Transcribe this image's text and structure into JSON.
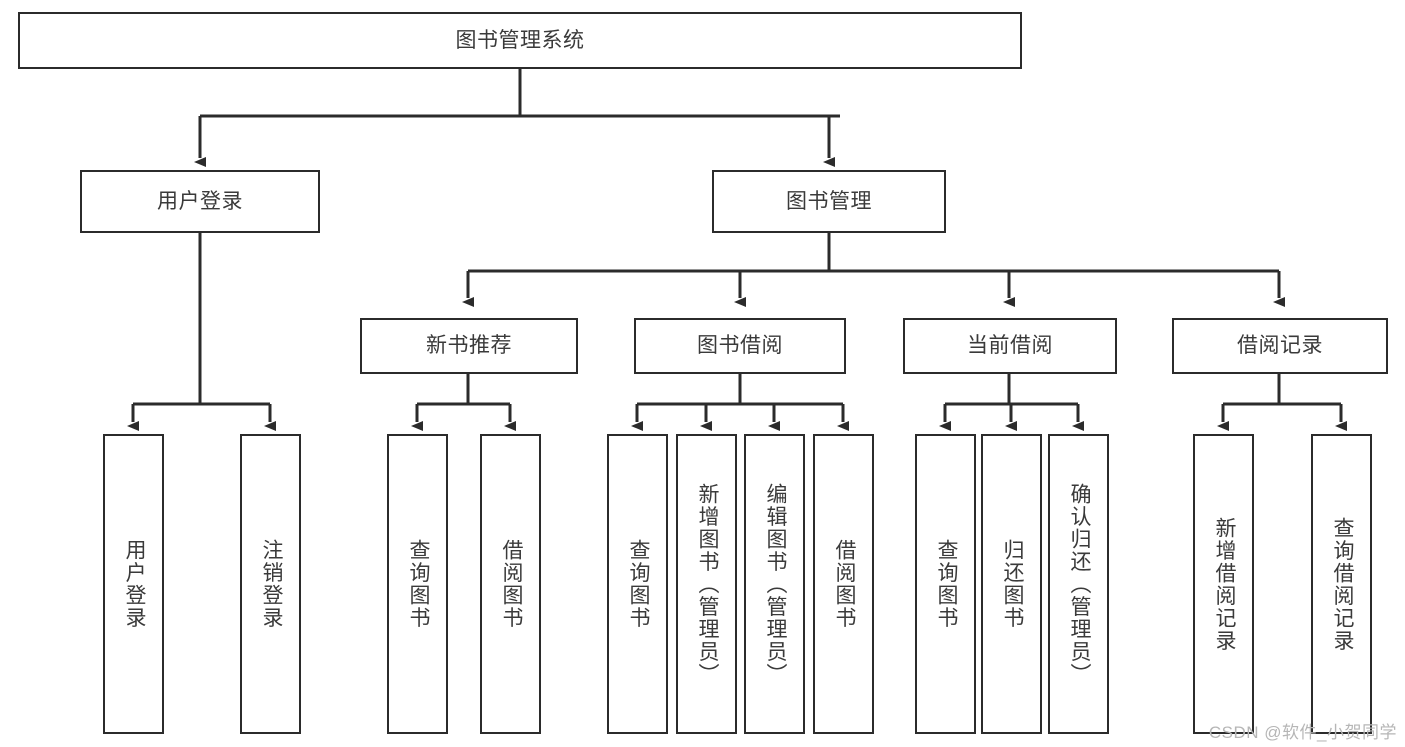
{
  "diagram": {
    "title": "图书管理系统",
    "type": "hierarchy-tree",
    "watermark": "CSDN @软件_小贺同学",
    "colors": {
      "stroke": "#2b2b2b",
      "text": "#3a3a3a",
      "background": "#ffffff",
      "watermark": "#b6b6b6"
    },
    "nodes": {
      "root": {
        "label": "图书管理系统",
        "level": 0,
        "orientation": "horizontal"
      },
      "l1": [
        {
          "id": "user-login",
          "label": "用户登录",
          "level": 1,
          "orientation": "horizontal"
        },
        {
          "id": "book-manage",
          "label": "图书管理",
          "level": 1,
          "orientation": "horizontal"
        }
      ],
      "l2": [
        {
          "id": "new-book-rec",
          "label": "新书推荐",
          "level": 2,
          "orientation": "horizontal"
        },
        {
          "id": "book-borrow",
          "label": "图书借阅",
          "level": 2,
          "orientation": "horizontal"
        },
        {
          "id": "current-borrow",
          "label": "当前借阅",
          "level": 2,
          "orientation": "horizontal"
        },
        {
          "id": "borrow-record",
          "label": "借阅记录",
          "level": 2,
          "orientation": "horizontal"
        }
      ],
      "leaves": [
        {
          "id": "leaf-user-login",
          "label": "用户登录",
          "parent": "user-login",
          "orientation": "vertical"
        },
        {
          "id": "leaf-user-logout",
          "label": "注销登录",
          "parent": "user-login",
          "orientation": "vertical"
        },
        {
          "id": "leaf-query-book-1",
          "label": "查询图书",
          "parent": "new-book-rec",
          "orientation": "vertical"
        },
        {
          "id": "leaf-borrow-book-1",
          "label": "借阅图书",
          "parent": "new-book-rec",
          "orientation": "vertical"
        },
        {
          "id": "leaf-query-book-2",
          "label": "查询图书",
          "parent": "book-borrow",
          "orientation": "vertical"
        },
        {
          "id": "leaf-add-book",
          "label": "新增图书（管理员）",
          "parent": "book-borrow",
          "orientation": "vertical"
        },
        {
          "id": "leaf-edit-book",
          "label": "编辑图书（管理员）",
          "parent": "book-borrow",
          "orientation": "vertical"
        },
        {
          "id": "leaf-borrow-book-2",
          "label": "借阅图书",
          "parent": "book-borrow",
          "orientation": "vertical"
        },
        {
          "id": "leaf-query-book-3",
          "label": "查询图书",
          "parent": "current-borrow",
          "orientation": "vertical"
        },
        {
          "id": "leaf-return-book",
          "label": "归还图书",
          "parent": "current-borrow",
          "orientation": "vertical"
        },
        {
          "id": "leaf-confirm-return",
          "label": "确认归还（管理员）",
          "parent": "current-borrow",
          "orientation": "vertical"
        },
        {
          "id": "leaf-add-record",
          "label": "新增借阅记录",
          "parent": "borrow-record",
          "orientation": "vertical"
        },
        {
          "id": "leaf-query-record",
          "label": "查询借阅记录",
          "parent": "borrow-record",
          "orientation": "vertical"
        }
      ]
    }
  }
}
